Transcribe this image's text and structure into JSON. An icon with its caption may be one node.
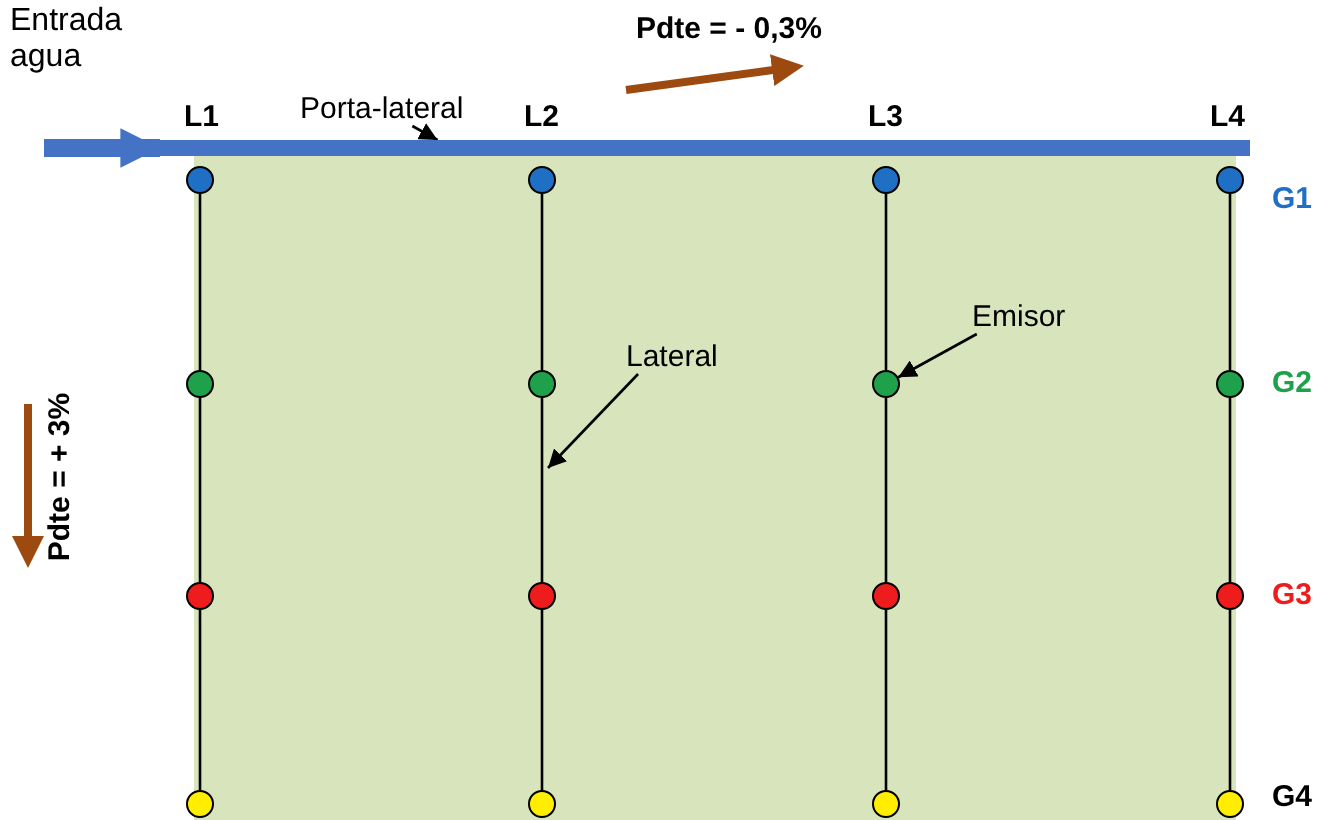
{
  "diagram": {
    "nodes": [
      {
        "text": [
          "Porta-lateral"
        ]
      },
      {
        "text": [],
        "shape": "bar"
      },
      {
        "text": [
          "Lateral"
        ]
      },
      {
        "text": [
          "Emisor"
        ]
      },
      {
        "text": [],
        "shape": "circle"
      },
      {
        "text": [],
        "shape": "circle"
      },
      {
        "text": [],
        "shape": "circle"
      },
      {
        "text": [],
        "shape": "circle"
      },
      {
        "text": [],
        "shape": "circle"
      },
      {
        "text": [],
        "shape": "circle"
      },
      {
        "text": [],
        "shape": "circle"
      },
      {
        "text": [],
        "shape": "circle"
      },
      {
        "text": [],
        "shape": "circle"
      },
      {
        "text": [],
        "shape": "circle"
      },
      {
        "text": [],
        "shape": "circle"
      },
      {
        "text": [],
        "shape": "circle"
      },
      {
        "text": [],
        "shape": "circle"
      },
      {
        "text": [],
        "shape": "circle"
      },
      {
        "text": [],
        "shape": "circle"
      },
      {
        "text": [],
        "shape": "circle"
      }
    ],
    "edges": [
      {
        "from": null,
        "to": 1,
        "arrow": "to",
        "style": "thick",
        "color": "#4472c4"
      },
      {
        "from": 0,
        "to": 1,
        "arrow": "to"
      },
      {
        "from": 2,
        "to": null,
        "arrow": "to"
      },
      {
        "from": 3,
        "to": 10,
        "arrow": "to"
      },
      {
        "from": 4,
        "to": 8,
        "arrow": "none"
      },
      {
        "from": 8,
        "to": 12,
        "arrow": "none"
      },
      {
        "from": 12,
        "to": 16,
        "arrow": "none"
      },
      {
        "from": 5,
        "to": 9,
        "arrow": "none"
      },
      {
        "from": 9,
        "to": 13,
        "arrow": "none"
      },
      {
        "from": 13,
        "to": 17,
        "arrow": "none"
      },
      {
        "from": 6,
        "to": 10,
        "arrow": "none"
      },
      {
        "from": 10,
        "to": 14,
        "arrow": "none"
      },
      {
        "from": 14,
        "to": 18,
        "arrow": "none"
      },
      {
        "from": 7,
        "to": 11,
        "arrow": "none"
      },
      {
        "from": 11,
        "to": 15,
        "arrow": "none"
      },
      {
        "from": 15,
        "to": 19,
        "arrow": "none"
      }
    ],
    "labels": [
      "Entrada agua",
      "Pdte = - 0,3%",
      "L1",
      "L2",
      "L3",
      "L4",
      "G1",
      "G2",
      "Pdte = + 3%",
      "G3",
      "G4"
    ]
  }
}
